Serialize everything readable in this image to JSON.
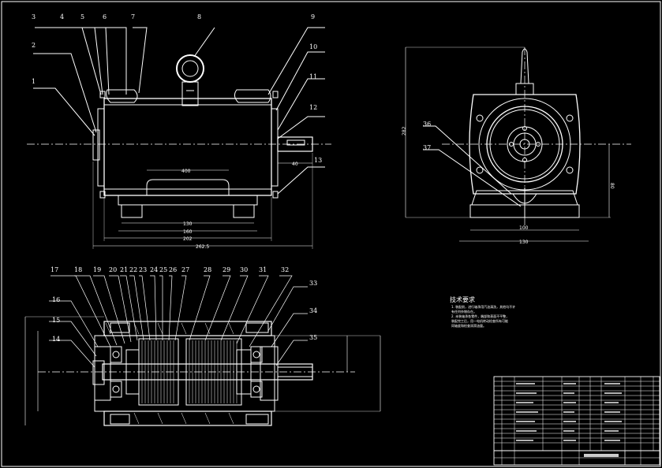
{
  "front_view": {
    "balloons": [
      "1",
      "2",
      "3",
      "4",
      "5",
      "6",
      "7",
      "8",
      "9",
      "10",
      "11",
      "12",
      "13"
    ],
    "dims": {
      "d400": "400",
      "d130": "130",
      "d160": "160",
      "d202": "202",
      "d262": "262.5",
      "d40": "40"
    }
  },
  "side_view": {
    "balloons": [
      "36",
      "37"
    ],
    "dims": {
      "d282": "282",
      "d80": "80",
      "d100": "100",
      "d130": "130"
    }
  },
  "section_view": {
    "balloons": [
      "14",
      "15",
      "16",
      "17",
      "18",
      "19",
      "20",
      "21",
      "22",
      "23",
      "24",
      "25",
      "26",
      "27",
      "28",
      "29",
      "30",
      "31",
      "32",
      "33",
      "34",
      "35"
    ]
  },
  "notes": {
    "title": "技术要求",
    "lines": [
      "1. 装配前，进行轴承用汽油清洗，其他均不许",
      "   有任何杂物存在。",
      "2. 未装轴承各零件，端部和表面不平整，",
      "   装配完工后，用一电机转动检查所有可能",
      "   同轴度和检查润滑油量。"
    ]
  },
  "title_block": {
    "rows": 16
  }
}
